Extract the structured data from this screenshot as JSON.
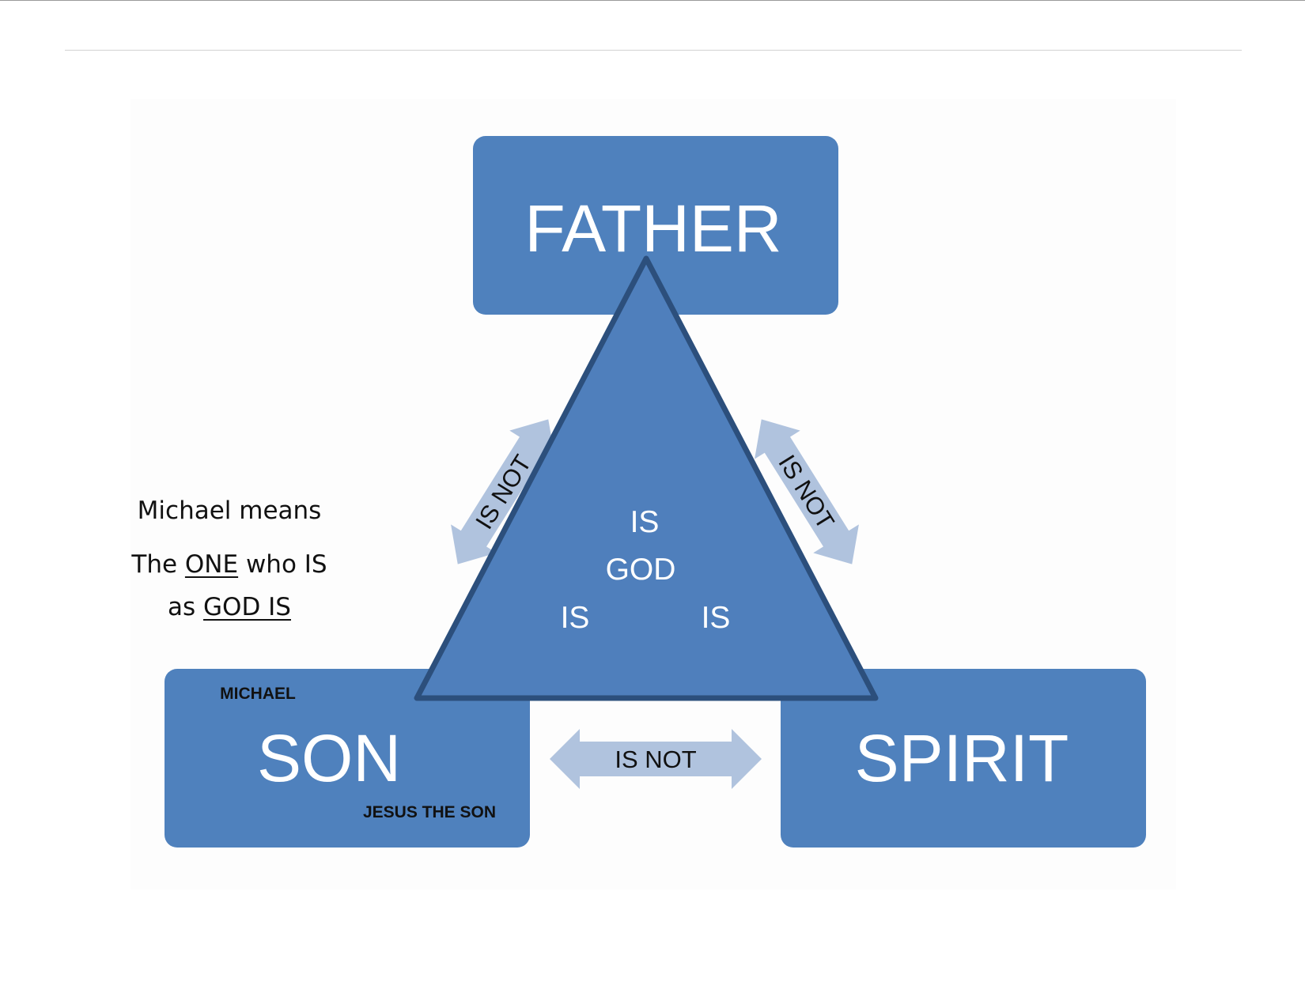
{
  "diagram": {
    "nodes": {
      "father": {
        "label": "FATHER"
      },
      "son": {
        "label": "SON",
        "top_note": "MICHAEL",
        "bottom_note": "JESUS THE SON"
      },
      "spirit": {
        "label": "SPIRIT"
      }
    },
    "center": {
      "top_is": "IS",
      "god": "GOD",
      "left_is": "IS",
      "right_is": "IS"
    },
    "relations": {
      "left": "IS NOT",
      "right": "IS NOT",
      "bottom": "IS NOT"
    }
  },
  "side_note": {
    "line1": "Michael means",
    "line2_pre": "The ",
    "line2_underlined": "ONE",
    "line2_post": " who IS",
    "line3_pre": "as ",
    "line3_underlined": "GOD IS"
  },
  "colors": {
    "box_fill": "#4f81bd",
    "triangle_fill": "#4f7fbc",
    "triangle_stroke": "#2c4f7c",
    "arrow_fill": "#b0c3de",
    "label_white": "#ffffff",
    "label_dark": "#111111"
  }
}
